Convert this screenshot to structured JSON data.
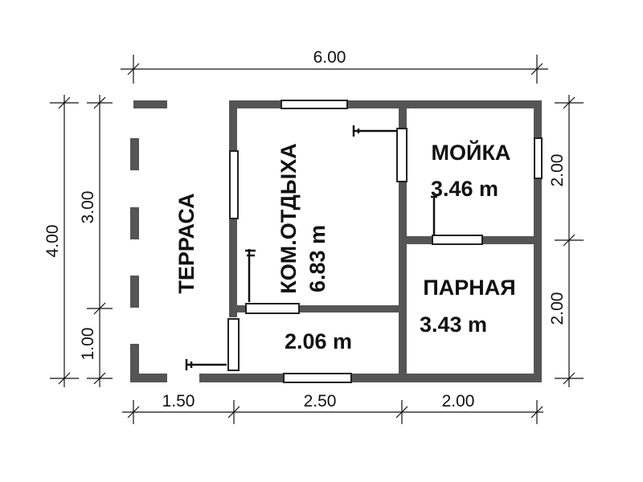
{
  "dimensions": {
    "top_total": "6.00",
    "bottom_terrace": "1.50",
    "bottom_rest_room": "2.50",
    "bottom_right": "2.00",
    "left_total": "4.00",
    "left_upper": "3.00",
    "left_lower": "1.00",
    "right_upper": "2.00",
    "right_lower": "2.00"
  },
  "rooms": {
    "terrace": {
      "name": "ТЕРРАСА"
    },
    "rest_room": {
      "name": "КОМ.ОТДЫХА",
      "area": "6.83 m"
    },
    "washroom": {
      "name": "МОЙКА",
      "area": "3.46 m"
    },
    "steam_room": {
      "name": "ПАРНАЯ",
      "area": "3.43 m"
    },
    "vestibule": {
      "area": "2.06 m"
    }
  },
  "colors": {
    "wall": "#555555",
    "line": "#111111",
    "background": "#ffffff"
  }
}
